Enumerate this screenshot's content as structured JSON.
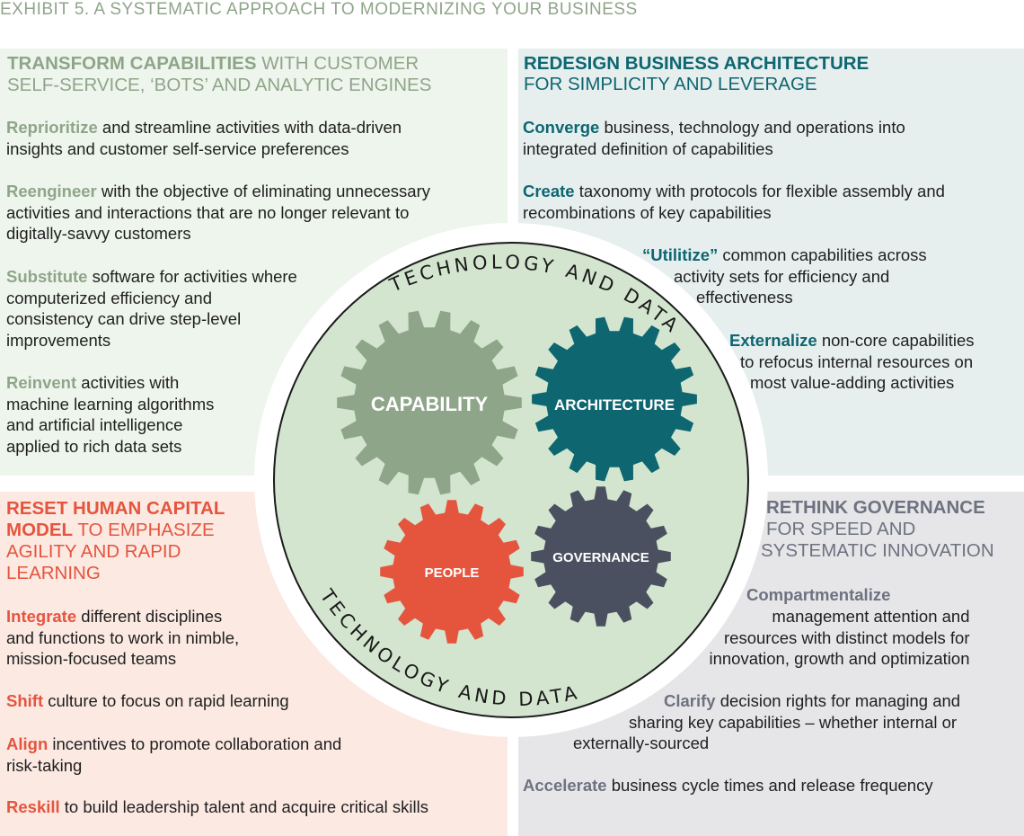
{
  "exhibit_title": "EXHIBIT 5. A SYSTEMATIC APPROACH TO MODERNIZING YOUR BUSINESS",
  "colors": {
    "green": "#8fa58a",
    "teal": "#0e6671",
    "red": "#e5553e",
    "slate": "#4b5060",
    "circle_fill": "#d3e5cf"
  },
  "top_left": {
    "heading_bold": "TRANSFORM CAPABILITIES",
    "heading_line1_rest": " WITH CUSTOMER",
    "heading_line2": "SELF-SERVICE, ‘BOTS’ AND ANALYTIC ENGINES",
    "items": [
      {
        "keyword": "Reprioritize",
        "lines": [
          " and streamline activities with data-driven",
          "insights and customer self-service preferences"
        ]
      },
      {
        "keyword": "Reengineer",
        "lines": [
          " with the objective of eliminating unnecessary",
          "activities and interactions that are no longer relevant to",
          "digitally-savvy customers"
        ]
      },
      {
        "keyword": "Substitute",
        "lines": [
          " software for activities where",
          "computerized efficiency and",
          "consistency can drive step-level",
          "improvements"
        ]
      },
      {
        "keyword": "Reinvent",
        "lines": [
          " activities with",
          "machine learning algorithms",
          "and artificial intelligence",
          "applied to rich data sets"
        ]
      }
    ]
  },
  "top_right": {
    "heading_line1": "REDESIGN BUSINESS ARCHITECTURE",
    "heading_line2": "FOR SIMPLICITY AND LEVERAGE",
    "items": [
      {
        "keyword": "Converge",
        "lines": [
          " business, technology and operations into",
          "integrated definition of capabilities"
        ]
      },
      {
        "keyword": "Create",
        "lines": [
          " taxonomy with protocols for flexible assembly and",
          "recombinations of key capabilities"
        ]
      },
      {
        "keyword": "“Utilitize”",
        "lines": [
          " common capabilities across",
          "activity sets for efficiency and",
          "effectiveness"
        ]
      },
      {
        "keyword": "Externalize",
        "lines": [
          "  non-core capabilities",
          "to refocus internal resources on",
          "most value-adding activities"
        ]
      }
    ]
  },
  "bottom_left": {
    "heading_bold_line1": "RESET HUMAN CAPITAL",
    "heading_bold_line2": "MODEL",
    "heading_line2_rest": " TO EMPHASIZE",
    "heading_line3": "AGILITY AND RAPID",
    "heading_line4": "LEARNING",
    "items": [
      {
        "keyword": "Integrate",
        "lines": [
          " different disciplines",
          "and functions to work in nimble,",
          "mission-focused teams"
        ]
      },
      {
        "keyword": "Shift",
        "lines": [
          " culture to focus on rapid learning"
        ]
      },
      {
        "keyword": "Align",
        "lines": [
          " incentives to promote collaboration and",
          "risk-taking"
        ]
      },
      {
        "keyword": "Reskill",
        "lines": [
          " to build leadership talent and acquire critical skills"
        ]
      }
    ]
  },
  "bottom_right": {
    "heading_line1": "RETHINK GOVERNANCE",
    "heading_line2": "FOR SPEED AND",
    "heading_line3": "SYSTEMATIC INNOVATION",
    "items": [
      {
        "keyword": "Compartmentalize",
        "lines": [
          "",
          "management attention and",
          "resources with distinct models for",
          "innovation, growth and optimization"
        ]
      },
      {
        "keyword": "Clarify",
        "lines": [
          " decision rights for managing and",
          "sharing key capabilities – whether internal or",
          "externally-sourced"
        ]
      },
      {
        "keyword": "Accelerate",
        "lines": [
          " business cycle times and release frequency"
        ]
      }
    ]
  },
  "circle": {
    "top_arc_text": "TECHNOLOGY AND DATA",
    "bottom_arc_text": "TECHNOLOGY AND DATA"
  },
  "gears": {
    "capability": "CAPABILITY",
    "architecture": "ARCHITECTURE",
    "people": "PEOPLE",
    "governance": "GOVERNANCE"
  }
}
